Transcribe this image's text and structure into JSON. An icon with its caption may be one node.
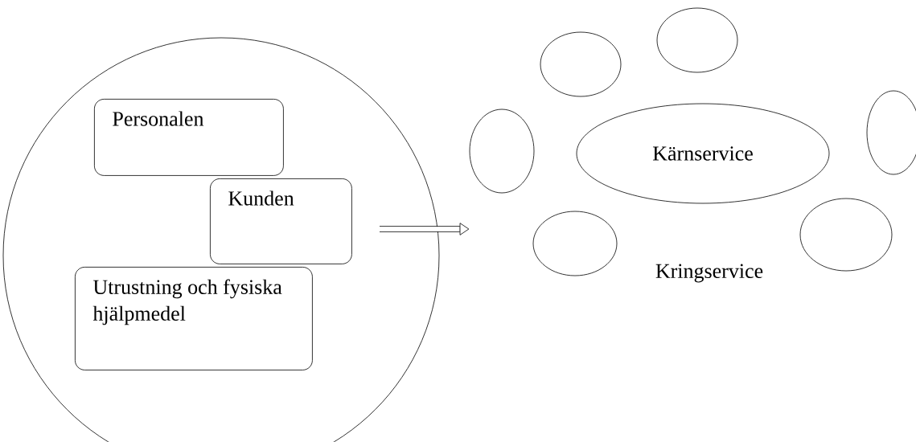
{
  "diagram": {
    "nodes": [
      {
        "text": [],
        "shape": "circle"
      },
      {
        "text": [
          "Personalen"
        ],
        "in": 0
      },
      {
        "text": [
          "Kunden"
        ],
        "in": 0
      },
      {
        "text": [
          "Utrustning och fysiska hjälpmedel"
        ],
        "in": 0
      },
      {
        "text": [
          "Kärnservice"
        ]
      },
      {
        "text": [],
        "shape": "ellipse"
      },
      {
        "text": [],
        "shape": "ellipse"
      },
      {
        "text": [],
        "shape": "ellipse"
      },
      {
        "text": [],
        "shape": "ellipse"
      },
      {
        "text": [],
        "shape": "ellipse"
      },
      {
        "text": [],
        "shape": "ellipse"
      }
    ],
    "edges": [
      {
        "from": null,
        "to": 5,
        "arrow": "to"
      }
    ],
    "labels": [
      "Kringservice"
    ]
  }
}
